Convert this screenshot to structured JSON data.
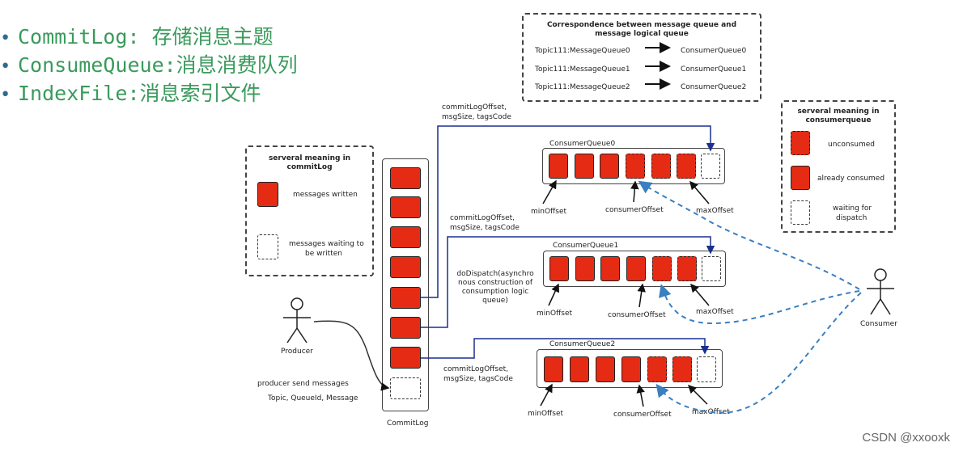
{
  "bullets": [
    {
      "text": "CommitLog: 存储消息主题"
    },
    {
      "text": "ConsumeQueue:消息消费队列"
    },
    {
      "text": "IndexFile:消息索引文件"
    }
  ],
  "correspondence": {
    "title_line1": "Correspondence between message queue and",
    "title_line2": "message logical queue",
    "rows": [
      {
        "from": "Topic111:MessageQueue0",
        "to": "ConsumerQueue0"
      },
      {
        "from": "Topic111:MessageQueue1",
        "to": "ConsumerQueue1"
      },
      {
        "from": "Topic111:MessageQueue2",
        "to": "ConsumerQueue2"
      }
    ]
  },
  "commitlog_legend": {
    "title_line1": "serveral meaning in",
    "title_line2": "commitLog",
    "written": "messages written",
    "waiting_line1": "messages waiting to",
    "waiting_line2": "be written"
  },
  "consumerqueue_legend": {
    "title_line1": "serveral meaning in",
    "title_line2": "consumerqueue",
    "unconsumed": "unconsumed",
    "consumed": "already consumed",
    "waiting_line1": "waiting for",
    "waiting_line2": "dispatch"
  },
  "commitlog": {
    "label": "CommitLog"
  },
  "producer": {
    "label": "Producer",
    "send_line1": "producer send messages",
    "send_line2": "Topic, QueueId, Message"
  },
  "consumer": {
    "label": "Consumer"
  },
  "queues": [
    {
      "name": "ConsumerQueue0",
      "minOffset": "minOffset",
      "consumerOffset": "consumerOffset",
      "maxOffset": "maxOffset",
      "info_line1": "commitLogOffset,",
      "info_line2": "msgSize, tagsCode"
    },
    {
      "name": "ConsumerQueue1",
      "minOffset": "minOffset",
      "consumerOffset": "consumerOffset",
      "maxOffset": "maxOffset",
      "info_line1": "commitLogOffset,",
      "info_line2": "msgSize, tagsCode"
    },
    {
      "name": "ConsumerQueue2",
      "minOffset": "minOffset",
      "consumerOffset": "consumerOffset",
      "maxOffset": "maxOffset",
      "info_line1": "commitLogOffset,",
      "info_line2": "msgSize, tagsCode"
    }
  ],
  "dispatch": {
    "line1": "doDispatch(asynchro",
    "line2": "nous construction of",
    "line3": "consumption logic",
    "line4": "queue)"
  },
  "watermark": "CSDN @xxooxk",
  "colors": {
    "message_red": "#e52b14",
    "dispatch_line": "#1a2f8f",
    "consumer_dashed": "#3a7fc0",
    "bullet_green": "#3a9a5c"
  }
}
